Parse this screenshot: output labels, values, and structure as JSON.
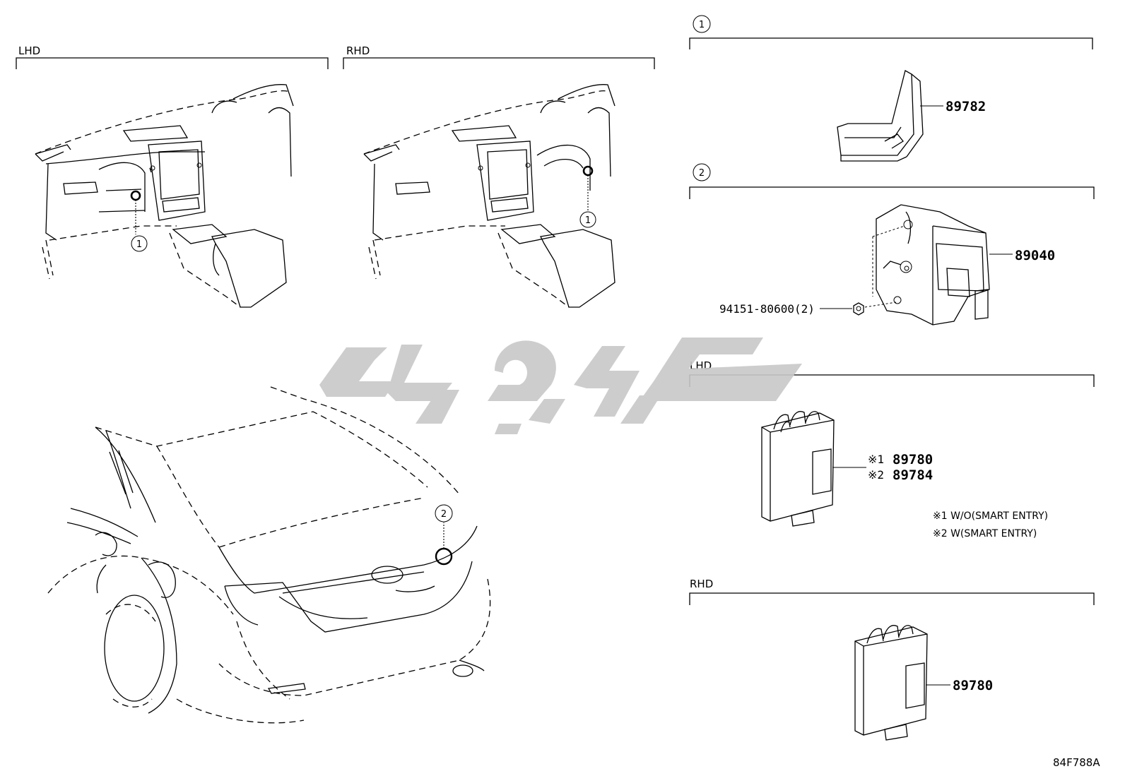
{
  "sections": {
    "lhd_top": "LHD",
    "rhd_top": "RHD",
    "ref1": "1",
    "ref2": "2",
    "lhd_right": "LHD",
    "rhd_right": "RHD"
  },
  "callouts": {
    "lhd_dash": "1",
    "rhd_dash": "1",
    "rear": "2"
  },
  "parts": {
    "p89782": "89782",
    "p89040": "89040",
    "p94151": "94151-80600(2)",
    "lhd_note1_mark": "※1",
    "lhd_note1_part": "89780",
    "lhd_note2_mark": "※2",
    "lhd_note2_part": "89784",
    "rhd_part": "89780"
  },
  "legend": {
    "note1": "※1 W/O(SMART ENTRY)",
    "note2": "※2 W(SMART ENTRY)"
  },
  "diagram_code": "84F788A"
}
